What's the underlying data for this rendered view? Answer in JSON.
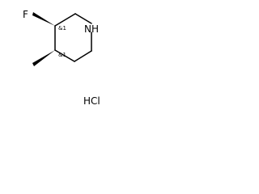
{
  "molecule": {
    "atoms": {
      "fluorine": "F",
      "nitrogen_h": "NH"
    },
    "stereo_descriptors": [
      "&1",
      "&1"
    ],
    "salt": "HCl"
  }
}
